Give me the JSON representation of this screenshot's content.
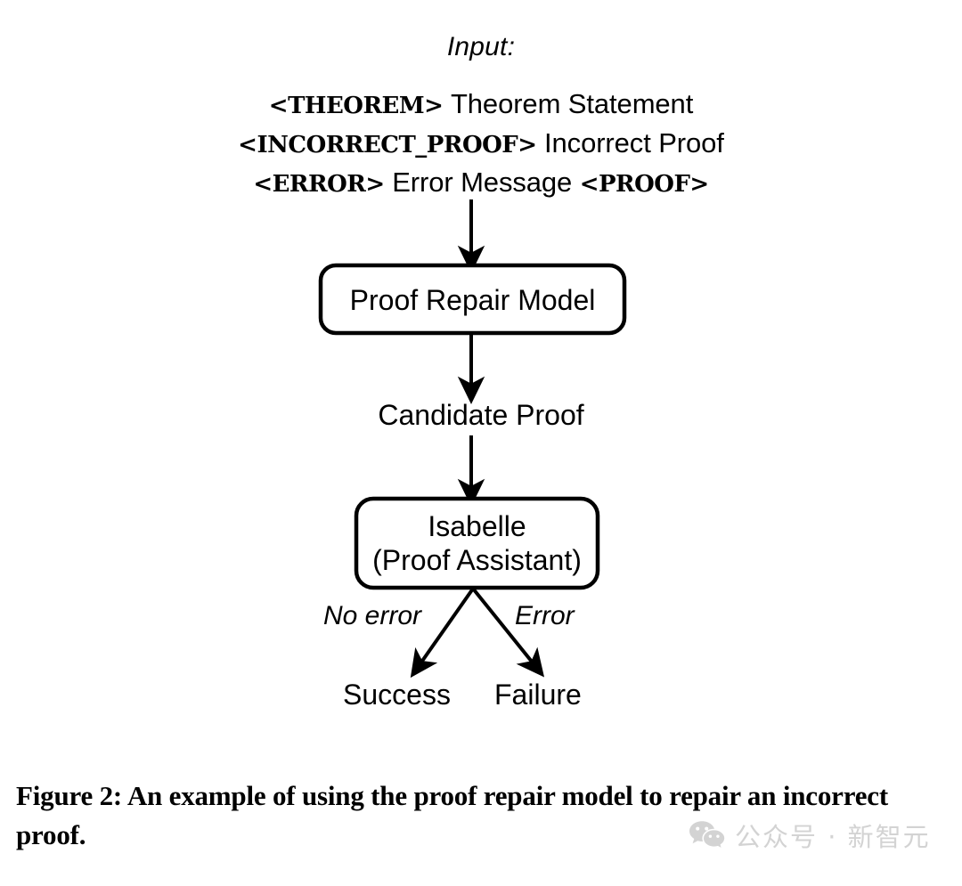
{
  "figure": {
    "input_heading": "Input:",
    "input_lines": [
      {
        "tag": "<THEOREM>",
        "text": "Theorem Statement",
        "tag2": "",
        "text2": ""
      },
      {
        "tag": "<INCORRECT_PROOF>",
        "text": "Incorrect Proof",
        "tag2": "",
        "text2": ""
      },
      {
        "tag": "<ERROR>",
        "text": "Error Message",
        "tag2": "<PROOF>",
        "text2": ""
      }
    ],
    "nodes": {
      "repair_model": "Proof Repair Model",
      "candidate_proof": "Candidate Proof",
      "isabelle_line1": "Isabelle",
      "isabelle_line2": "(Proof Assistant)",
      "success": "Success",
      "failure": "Failure"
    },
    "edge_labels": {
      "no_error": "No error",
      "error": "Error"
    },
    "caption": "Figure 2: An example of using the proof repair model to repair an incorrect proof.",
    "colors": {
      "stroke": "#000000",
      "text": "#000000",
      "background": "#ffffff",
      "watermark": "#d3d3d3"
    }
  },
  "watermark": {
    "text": "公众号 · 新智元",
    "icon": "wechat-icon"
  }
}
